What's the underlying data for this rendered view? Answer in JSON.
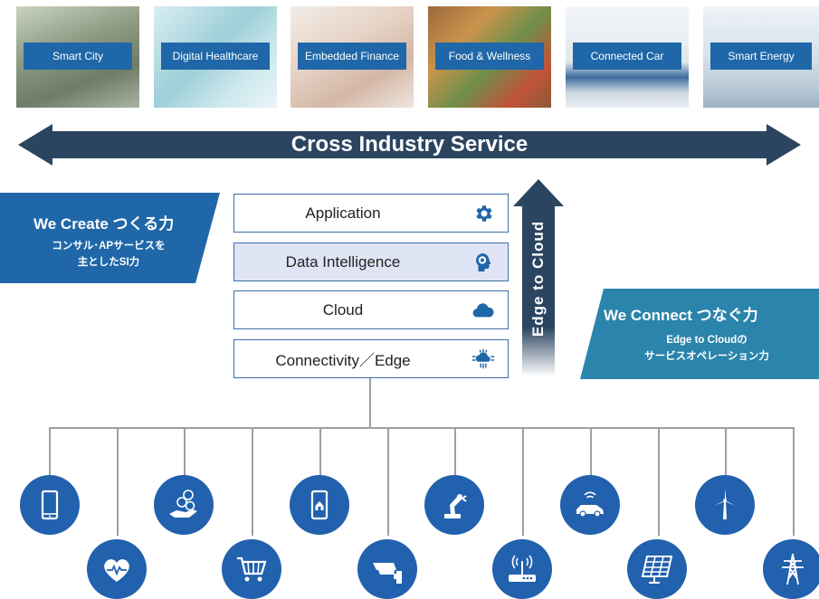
{
  "industries": [
    {
      "label": "Smart City"
    },
    {
      "label": "Digital Healthcare"
    },
    {
      "label": "Embedded Finance"
    },
    {
      "label": "Food & Wellness"
    },
    {
      "label": "Connected Car"
    },
    {
      "label": "Smart Energy"
    }
  ],
  "cross_industry": {
    "label": "Cross Industry Service"
  },
  "layers": [
    {
      "label": "Application",
      "icon": "gear-icon"
    },
    {
      "label": "Data Intelligence",
      "icon": "ai-head-icon"
    },
    {
      "label": "Cloud",
      "icon": "cloud-icon"
    },
    {
      "label": "Connectivity／Edge",
      "icon": "edge-signal-icon"
    }
  ],
  "edge_to_cloud": {
    "label": "Edge to Cloud"
  },
  "we_create": {
    "title": "We Create つくる力",
    "sub1": "コンサル･APサービスを",
    "sub2": "主としたSI力"
  },
  "we_connect": {
    "title": "We Connect つなぐ力",
    "sub1": "Edge to Cloudの",
    "sub2": "サービスオペレーション力"
  },
  "devices": [
    "smartphone-icon",
    "heart-monitor-icon",
    "money-hand-icon",
    "shopping-cart-icon",
    "home-tablet-icon",
    "security-camera-icon",
    "robot-arm-icon",
    "wifi-router-icon",
    "connected-car-icon",
    "solar-panel-icon",
    "wind-turbine-icon",
    "power-tower-icon"
  ],
  "colors": {
    "navy": "#2b4560",
    "blue": "#1f67a8",
    "teal": "#2a84ab",
    "circle": "#2261ad",
    "layer_highlight": "#dfe5f5"
  }
}
